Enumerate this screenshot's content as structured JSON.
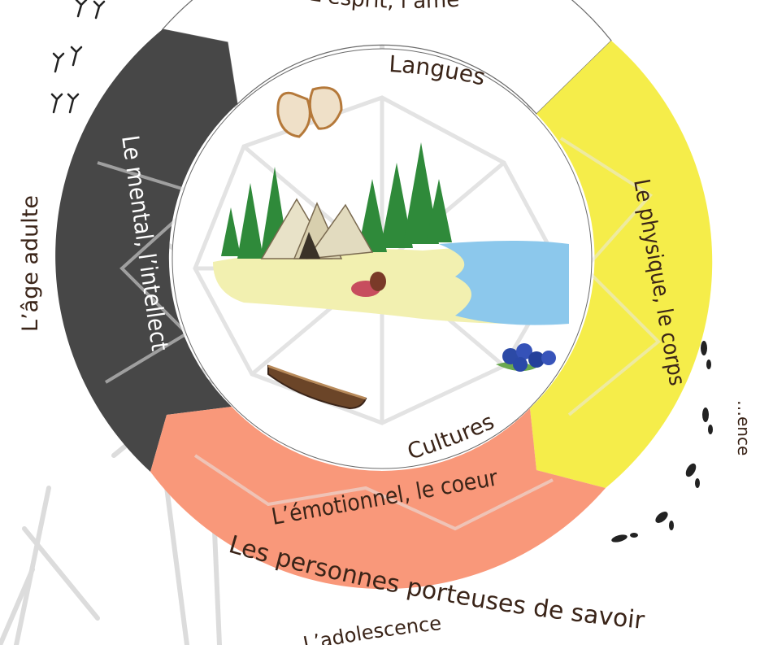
{
  "diagram": {
    "quadrants": {
      "top": "L’esprit, l’âme",
      "left": "Le mental, l’intellect",
      "right": "Le physique, le corps",
      "bottom": "L’émotionnel, le coeur"
    },
    "inner_labels": {
      "top": "Langues",
      "bottom": "Cultures"
    },
    "outer_labels": {
      "left": "L’âge adulte",
      "bottom": "Les personnes porteuses de savoir",
      "bottom_lower": "L’adolescence",
      "right_partial": "…ence"
    },
    "colors": {
      "top": "#ffffff",
      "left": "#474747",
      "right": "#f5ed4a",
      "bottom": "#f9987a",
      "ink": "#3a2418",
      "web": "#d9d9d9"
    },
    "illustrations": [
      "snowshoes-icon",
      "tipi-camp-scene",
      "canoe-icon",
      "blueberries-icon",
      "bird-tracks-icon",
      "animal-tracks-icon"
    ]
  }
}
